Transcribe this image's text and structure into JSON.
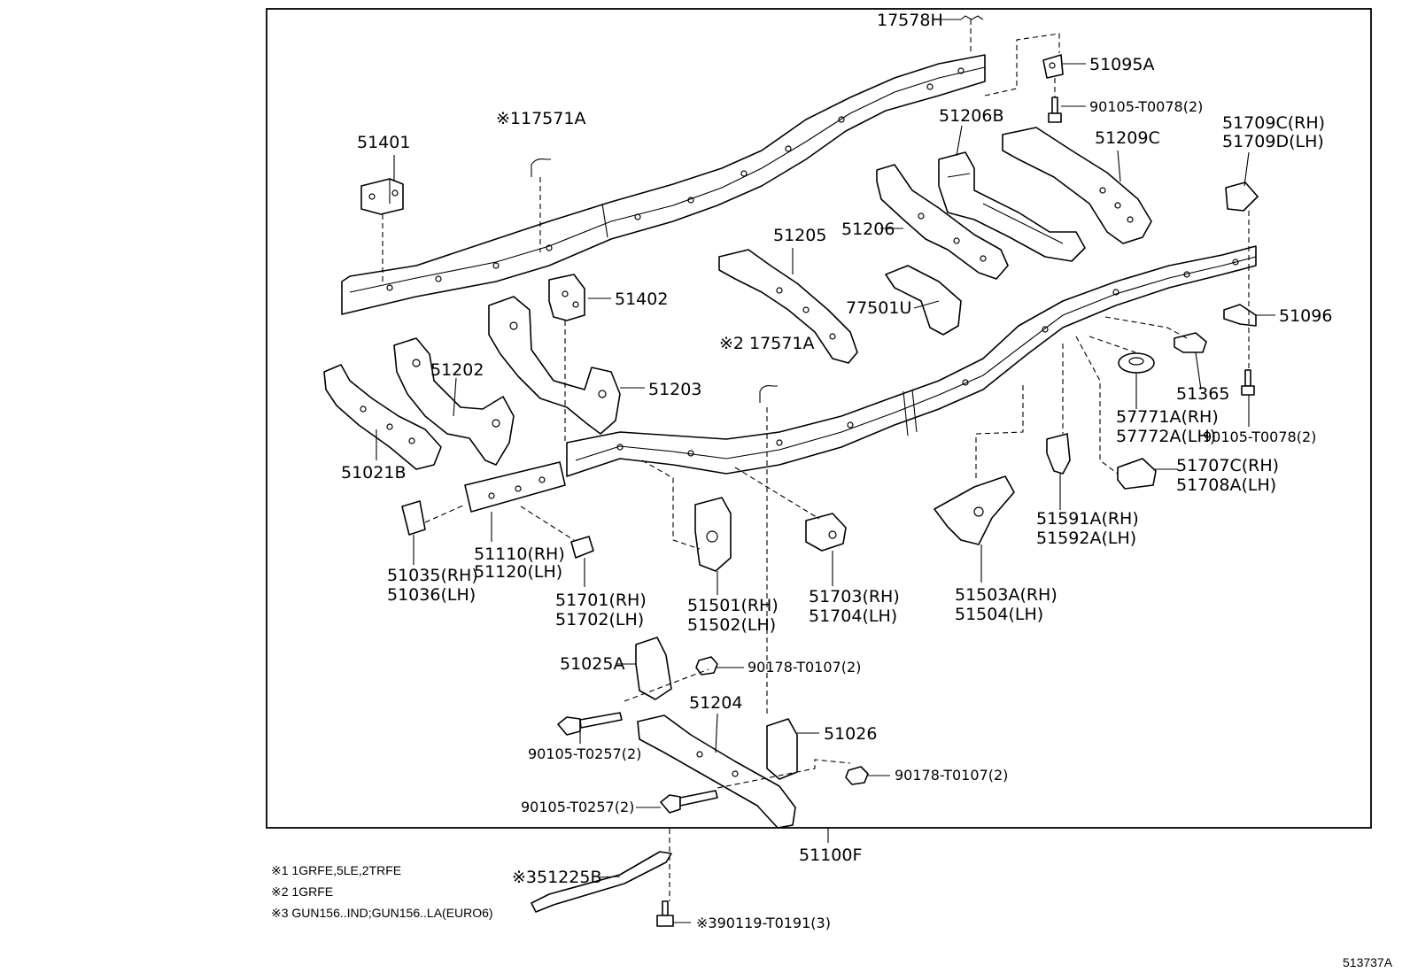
{
  "labels": {
    "p17578H": "17578H",
    "p51095A": "51095A",
    "p90105_T0078_top": "90105-T0078(2)",
    "p17571A_1": "※117571A",
    "p51401": "51401",
    "p51206B": "51206B",
    "p51209C": "51209C",
    "p51709C": "51709C(RH)",
    "p51709D": "51709D(LH)",
    "p51206": "51206",
    "p51205": "51205",
    "p51402": "51402",
    "p77501U": "77501U",
    "p51096": "51096",
    "p17571A_2": "※2 17571A",
    "p51202": "51202",
    "p51203": "51203",
    "p51365": "51365",
    "p57771A": "57771A(RH)",
    "p57772A": "57772A(LH)",
    "p90105_T0078_right": "90105-T0078(2)",
    "p51021B": "51021B",
    "p51707C": "51707C(RH)",
    "p51708A": "51708A(LH)",
    "p51591A": "51591A(RH)",
    "p51592A": "51592A(LH)",
    "p51110": "51110(RH)",
    "p51120": "51120(LH)",
    "p51035": "51035(RH)",
    "p51036": "51036(LH)",
    "p51701": "51701(RH)",
    "p51702": "51702(LH)",
    "p51501": "51501(RH)",
    "p51502": "51502(LH)",
    "p51703": "51703(RH)",
    "p51704": "51704(LH)",
    "p51503A": "51503A(RH)",
    "p51504": "51504(LH)",
    "p51025A": "51025A",
    "p90178_T0107_a": "90178-T0107(2)",
    "p51204": "51204",
    "p51026": "51026",
    "p90105_T0257_a": "90105-T0257(2)",
    "p90178_T0107_b": "90178-T0107(2)",
    "p90105_T0257_b": "90105-T0257(2)",
    "p51100F": "51100F",
    "p51225B": "※351225B",
    "p90119_T0191": "※390119-T0191(3)"
  },
  "notes": [
    "※1 1GRFE,5LE,2TRFE",
    "※2 1GRFE",
    "※3 GUN156..IND;GUN156..LA(EURO6)"
  ],
  "diagram_code": "513737A"
}
